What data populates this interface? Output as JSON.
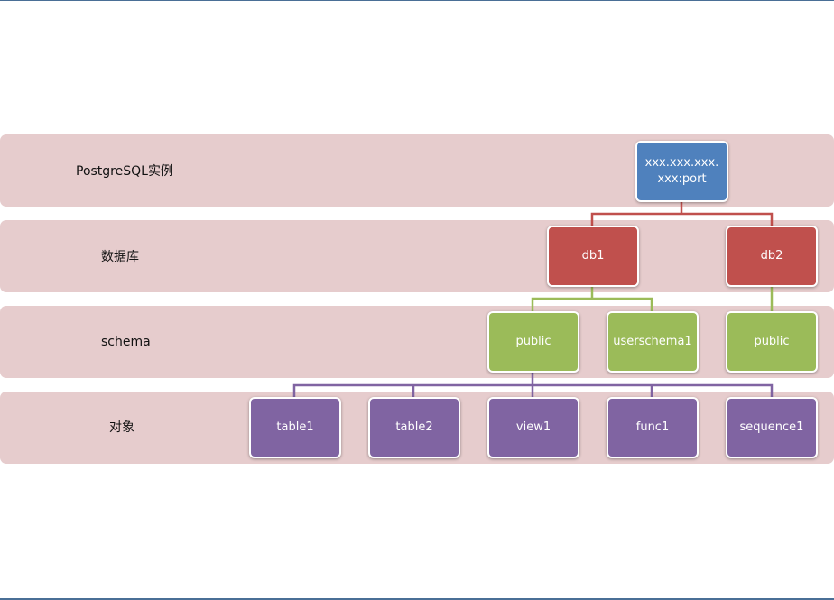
{
  "rows": {
    "instance": "PostgreSQL实例",
    "database": "数据库",
    "schema": "schema",
    "object": "对象"
  },
  "nodes": {
    "instance": "xxx.xxx.xxx.xxx:port",
    "db1": "db1",
    "db2": "db2",
    "public1": "public",
    "userschema1": "userschema1",
    "public2": "public",
    "table1": "table1",
    "table2": "table2",
    "view1": "view1",
    "func1": "func1",
    "sequence1": "sequence1"
  },
  "colors": {
    "band": "#e6cccd",
    "instance": "#4f81bd",
    "database": "#c0504d",
    "schema": "#9bbb59",
    "object": "#8064a2"
  }
}
